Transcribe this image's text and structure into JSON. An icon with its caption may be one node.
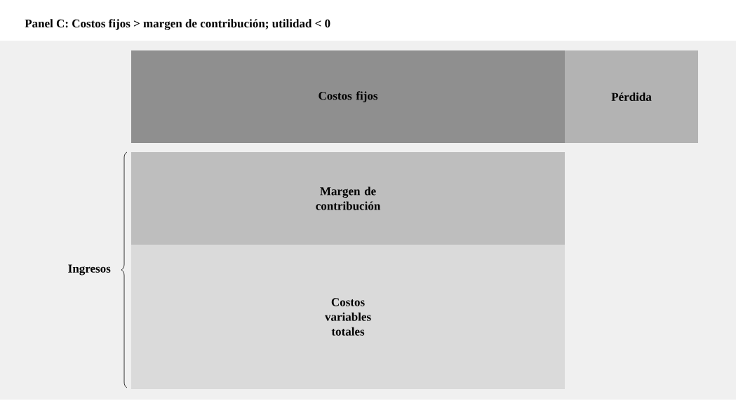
{
  "diagram": {
    "title": "Panel C: Costos fijos > margen de contribución; utilidad < 0",
    "nodes": [
      {
        "text": [
          "Costos fijos"
        ]
      },
      {
        "text": [
          "Pérdida"
        ]
      },
      {
        "text": [
          "Margen de contribución"
        ]
      },
      {
        "text": [
          "Costos variables totales"
        ]
      }
    ],
    "labels": [
      "Ingresos"
    ]
  }
}
